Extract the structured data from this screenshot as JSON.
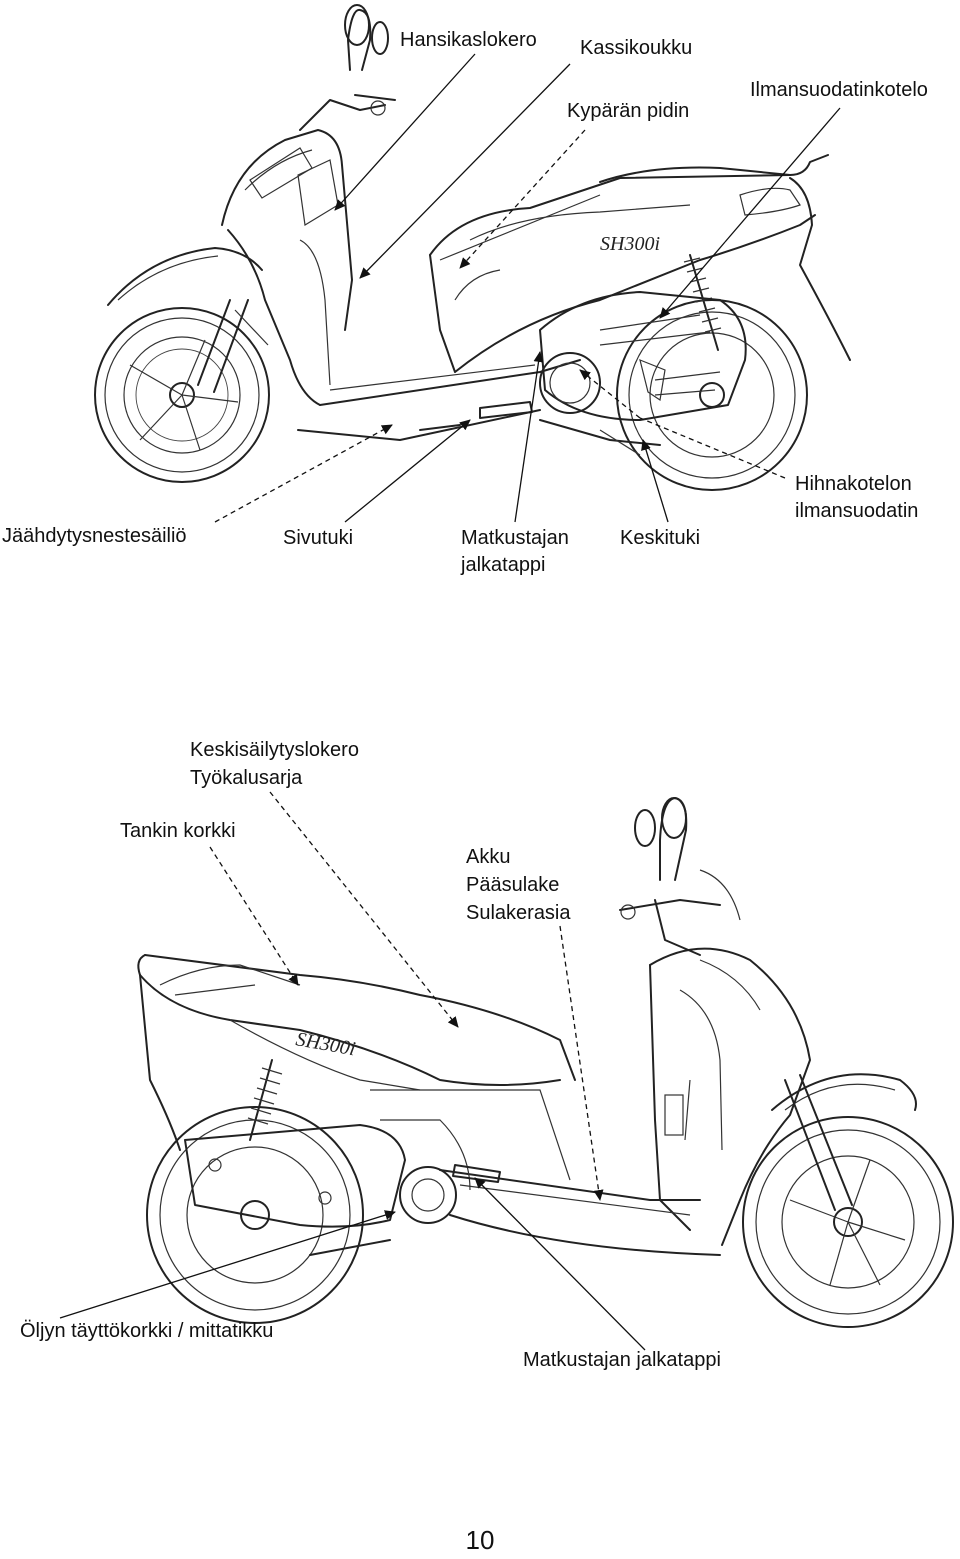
{
  "page_number": "10",
  "figure_top": {
    "bike_logo": "SH300i",
    "labels": {
      "hansikaslokero": "Hansikaslokero",
      "kassikoukku": "Kassikoukku",
      "kyparan_pidin": "Kypärän pidin",
      "ilmansuodatinkotelo": "Ilmansuodatinkotelo",
      "hihnakotelon_line1": "Hihnakotelon",
      "hihnakotelon_line2": "ilmansuodatin",
      "jaahdytysnestesailio": "Jäähdytysnestesäiliö",
      "sivutuki": "Sivutuki",
      "matkustajan_line1": "Matkustajan",
      "matkustajan_line2": "jalkatappi",
      "keskituki": "Keskituki"
    }
  },
  "figure_bottom": {
    "bike_logo": "SH300i",
    "labels": {
      "keskisailytyslokero": "Keskisäilytyslokero",
      "tyokalusarja": "Työkalusarja",
      "tankin_korkki": "Tankin korkki",
      "akku": "Akku",
      "paasulake": "Pääsulake",
      "sulakerasia": "Sulakerasia",
      "oljyn_tayttokorkki": "Öljyn täyttökorkki / mittatikku",
      "matkustajan_jalkatappi": "Matkustajan jalkatappi"
    }
  }
}
